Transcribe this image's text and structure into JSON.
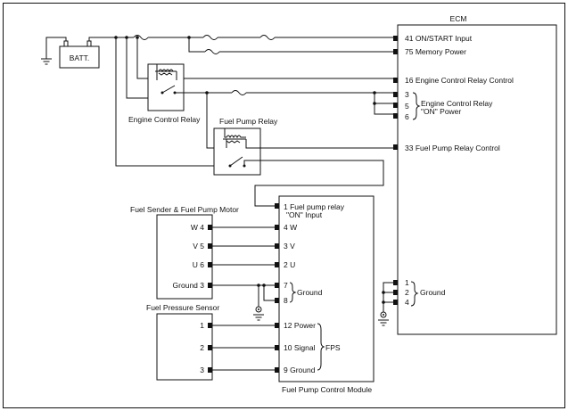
{
  "battery": {
    "label": "BATT."
  },
  "ecm": {
    "title": "ECM",
    "pins": {
      "on_start": "41 ON/START Input",
      "memory": "75 Memory Power",
      "ecr_control": "16 Engine Control Relay Control",
      "pin3": "3",
      "pin5": "5",
      "pin6": "6",
      "ecr_on_power_1": "Engine Control Relay",
      "ecr_on_power_2": "\"ON\" Power",
      "fpr_control": "33 Fuel Pump Relay Control",
      "gnd1": "1",
      "gnd2": "2",
      "gnd4": "4",
      "ground": "Ground"
    }
  },
  "engine_control_relay": {
    "label": "Engine Control Relay"
  },
  "fuel_pump_relay": {
    "label": "Fuel Pump Relay"
  },
  "fuel_sender": {
    "label": "Fuel Sender & Fuel Pump Motor",
    "pins": [
      "W 4",
      "V 5",
      "U 6",
      "Ground 3"
    ]
  },
  "fuel_pressure_sensor": {
    "label": "Fuel Pressure Sensor",
    "pins": [
      "1",
      "2",
      "3"
    ]
  },
  "fpcm": {
    "label": "Fuel Pump Control Module",
    "relay_input_1": "1 Fuel pump relay",
    "relay_input_2": "\"ON\" Input",
    "w": "4 W",
    "v": "3 V",
    "u": "2 U",
    "pin7": "7",
    "pin8": "8",
    "ground": "Ground",
    "power": "12 Power",
    "signal": "10 Signal",
    "gnd9": "9 Ground",
    "fps": "FPS"
  }
}
